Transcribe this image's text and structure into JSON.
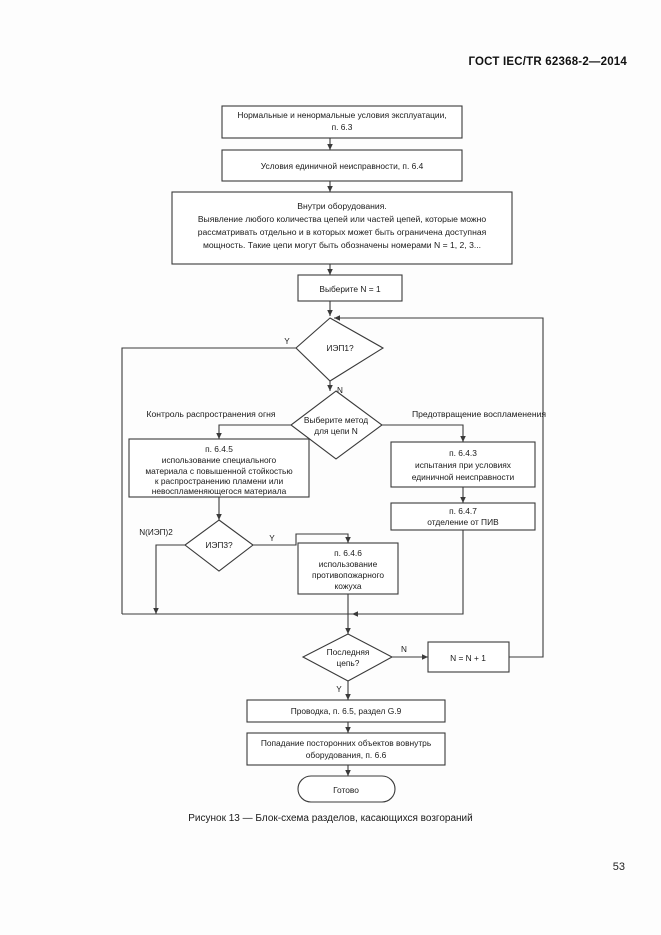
{
  "document": {
    "header": "ГОСТ IEC/TR 62368-2—2014",
    "page_number": "53",
    "figure_caption": "Рисунок 13 — Блок-схема разделов, касающихся возгораний"
  },
  "flowchart": {
    "nodes": {
      "normal_abnormal": {
        "line1": "Нормальные и ненормальные условия эксплуатации,",
        "line2": "п. 6.3"
      },
      "single_fault": {
        "line1": "Условия единичной неисправности, п. 6.4"
      },
      "inside_equipment": {
        "line1": "Внутри оборудования.",
        "line2": "Выявление любого количества цепей или частей цепей, которые можно",
        "line3": "рассматривать отдельно и в которых может быть ограничена доступная",
        "line4": "мощность. Такие цепи могут быть обозначены номерами N = 1, 2, 3..."
      },
      "select_n": {
        "line1": "Выберите N = 1"
      },
      "iep1": {
        "line1": "ИЭП1?"
      },
      "select_method": {
        "line1": "Выберите метод",
        "line2": "для цепи N"
      },
      "p645": {
        "line1": "п. 6.4.5",
        "line2": "использование специального",
        "line3": "материала с повышенной стойкостью",
        "line4": "к распространению пламени или",
        "line5": "невоспламеняющегося материала"
      },
      "iep3": {
        "line1": "ИЭП3?"
      },
      "p646": {
        "line1": "п. 6.4.6",
        "line2": "использование",
        "line3": "противопожарного",
        "line4": "кожуха"
      },
      "p643": {
        "line1": "п. 6.4.3",
        "line2": "испытания при условиях",
        "line3": "единичной неисправности"
      },
      "p647": {
        "line1": "п. 6.4.7",
        "line2": "отделение от ПИВ"
      },
      "last_circuit": {
        "line1": "Последняя",
        "line2": "цепь?"
      },
      "increment_n": {
        "line1": "N = N + 1"
      },
      "wiring": {
        "line1": "Проводка, п. 6.5, раздел G.9"
      },
      "foreign_objects": {
        "line1": "Попадание посторонних объектов вовнутрь",
        "line2": "оборудования, п. 6.6"
      },
      "done": {
        "line1": "Готово"
      }
    },
    "labels": {
      "iep1_yes": "Y",
      "iep1_no": "N",
      "fire_spread_control": "Контроль распространения огня",
      "ignition_prevention": "Предотвращение воспламенения",
      "iep3_no": "N(ИЭП)2",
      "iep3_yes": "Y",
      "last_circuit_no": "N",
      "last_circuit_yes": "Y"
    },
    "colors": {
      "stroke": "#3a3a3a",
      "fill": "#ffffff",
      "text": "#1a1a1a"
    }
  }
}
